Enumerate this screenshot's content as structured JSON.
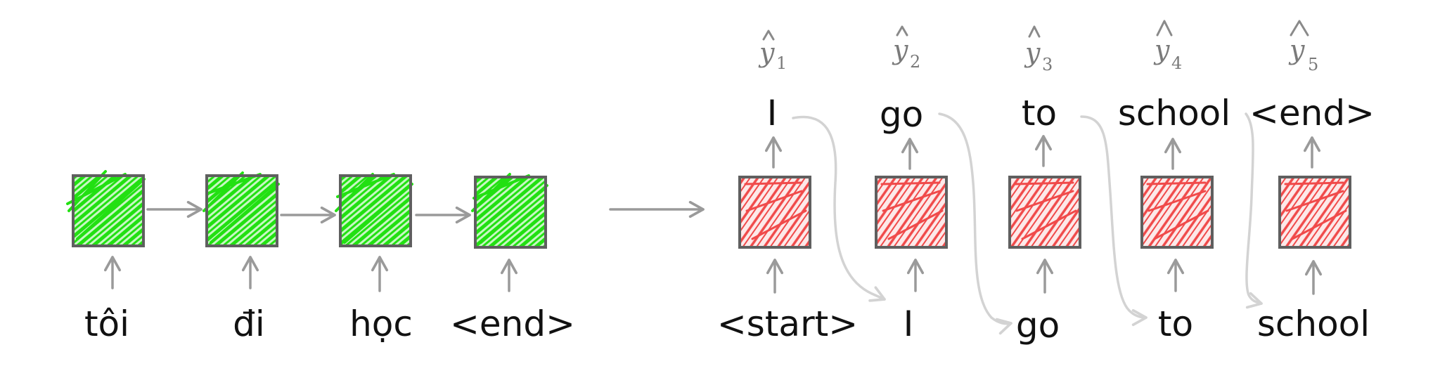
{
  "encoder": {
    "inputs": [
      "tôi",
      "đi",
      "học",
      "<end>"
    ],
    "cell_color": "#22e012"
  },
  "decoder": {
    "inputs": [
      "<start>",
      "I",
      "go",
      "to",
      "school"
    ],
    "outputs": [
      "I",
      "go",
      "to",
      "school",
      "<end>"
    ],
    "predictions": [
      {
        "symbol": "y",
        "index": "1"
      },
      {
        "symbol": "y",
        "index": "2"
      },
      {
        "symbol": "y",
        "index": "3"
      },
      {
        "symbol": "y",
        "index": "4"
      },
      {
        "symbol": "y",
        "index": "5"
      }
    ],
    "cell_color": "#f04a4a"
  },
  "colors": {
    "arrow": "#9a9a9a",
    "feedback_arrow": "#d3d3d3",
    "cell_border": "#5f5f5f"
  }
}
